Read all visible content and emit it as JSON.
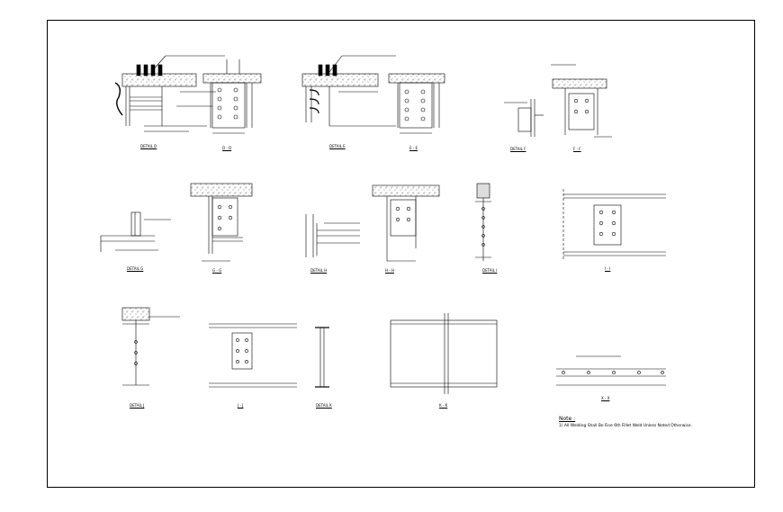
{
  "details": [
    {
      "id": "detail-d",
      "label": "DETAIL D"
    },
    {
      "id": "section-d",
      "label": "D - D"
    },
    {
      "id": "detail-e",
      "label": "DETAIL E"
    },
    {
      "id": "section-e",
      "label": "E - E"
    },
    {
      "id": "detail-f",
      "label": "DETAIL F"
    },
    {
      "id": "section-f",
      "label": "F - F"
    },
    {
      "id": "detail-g",
      "label": "DETAIL G"
    },
    {
      "id": "section-g",
      "label": "G - G"
    },
    {
      "id": "detail-h",
      "label": "DETAIL H"
    },
    {
      "id": "section-h",
      "label": "H - H"
    },
    {
      "id": "detail-i",
      "label": "DETAIL I"
    },
    {
      "id": "section-i",
      "label": "I - I"
    },
    {
      "id": "detail-j",
      "label": "DETAIL J"
    },
    {
      "id": "section-j",
      "label": "J - J"
    },
    {
      "id": "detail-k",
      "label": "DETAIL K"
    },
    {
      "id": "section-k",
      "label": "K - K"
    },
    {
      "id": "section-x",
      "label": "X - X"
    }
  ],
  "note": {
    "title": "Note :",
    "text": "1) All Welding Shall Be Fine 6th Fillet Weld Unless Noted Otherwise."
  }
}
